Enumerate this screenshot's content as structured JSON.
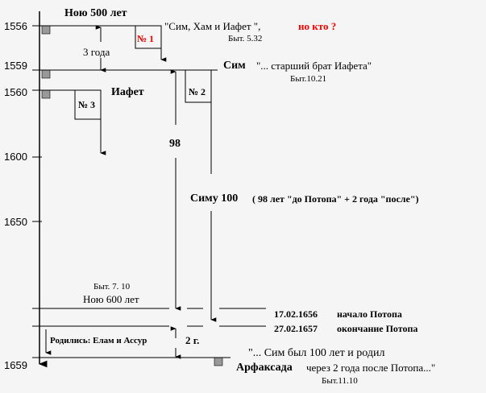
{
  "years": {
    "y1556": "1556",
    "y1559": "1559",
    "y1560": "1560",
    "y1600": "1600",
    "y1650": "1650",
    "y1659": "1659"
  },
  "labels": {
    "noah500": "Ною 500 лет",
    "quote1": "\"Сим, Хам и Иафет \",",
    "who": "но кто ?",
    "ref1": "Быт. 5.32",
    "box1": "№ 1",
    "years3": "3 года",
    "shem": "Сим",
    "shem_quote": "\"... старший брат Иафета\"",
    "ref2": "Быт.10.21",
    "box2": "№ 2",
    "japheth": "Иафет",
    "box3": "№ 3",
    "n98": "98",
    "shem100": "Симу 100",
    "shem100_detail": "( 98 лет \"до Потопа\" + 2 года \"после\")",
    "ref3": "Быт. 7. 10",
    "noah600": "Ною 600 лет",
    "flood_start_date": "17.02.1656",
    "flood_start": "начало Потопа",
    "flood_end_date": "27.02.1657",
    "flood_end": "окончание Потопа",
    "born": "Родились: Елам и Ассур",
    "two_years": "2 г.",
    "quote3_line1": "\"... Сим был 100 лет и родил",
    "arphaxad": "Арфаксада",
    "quote3_line2": "через 2 года после Потопа...\"",
    "ref4": "Быт.11.10"
  }
}
